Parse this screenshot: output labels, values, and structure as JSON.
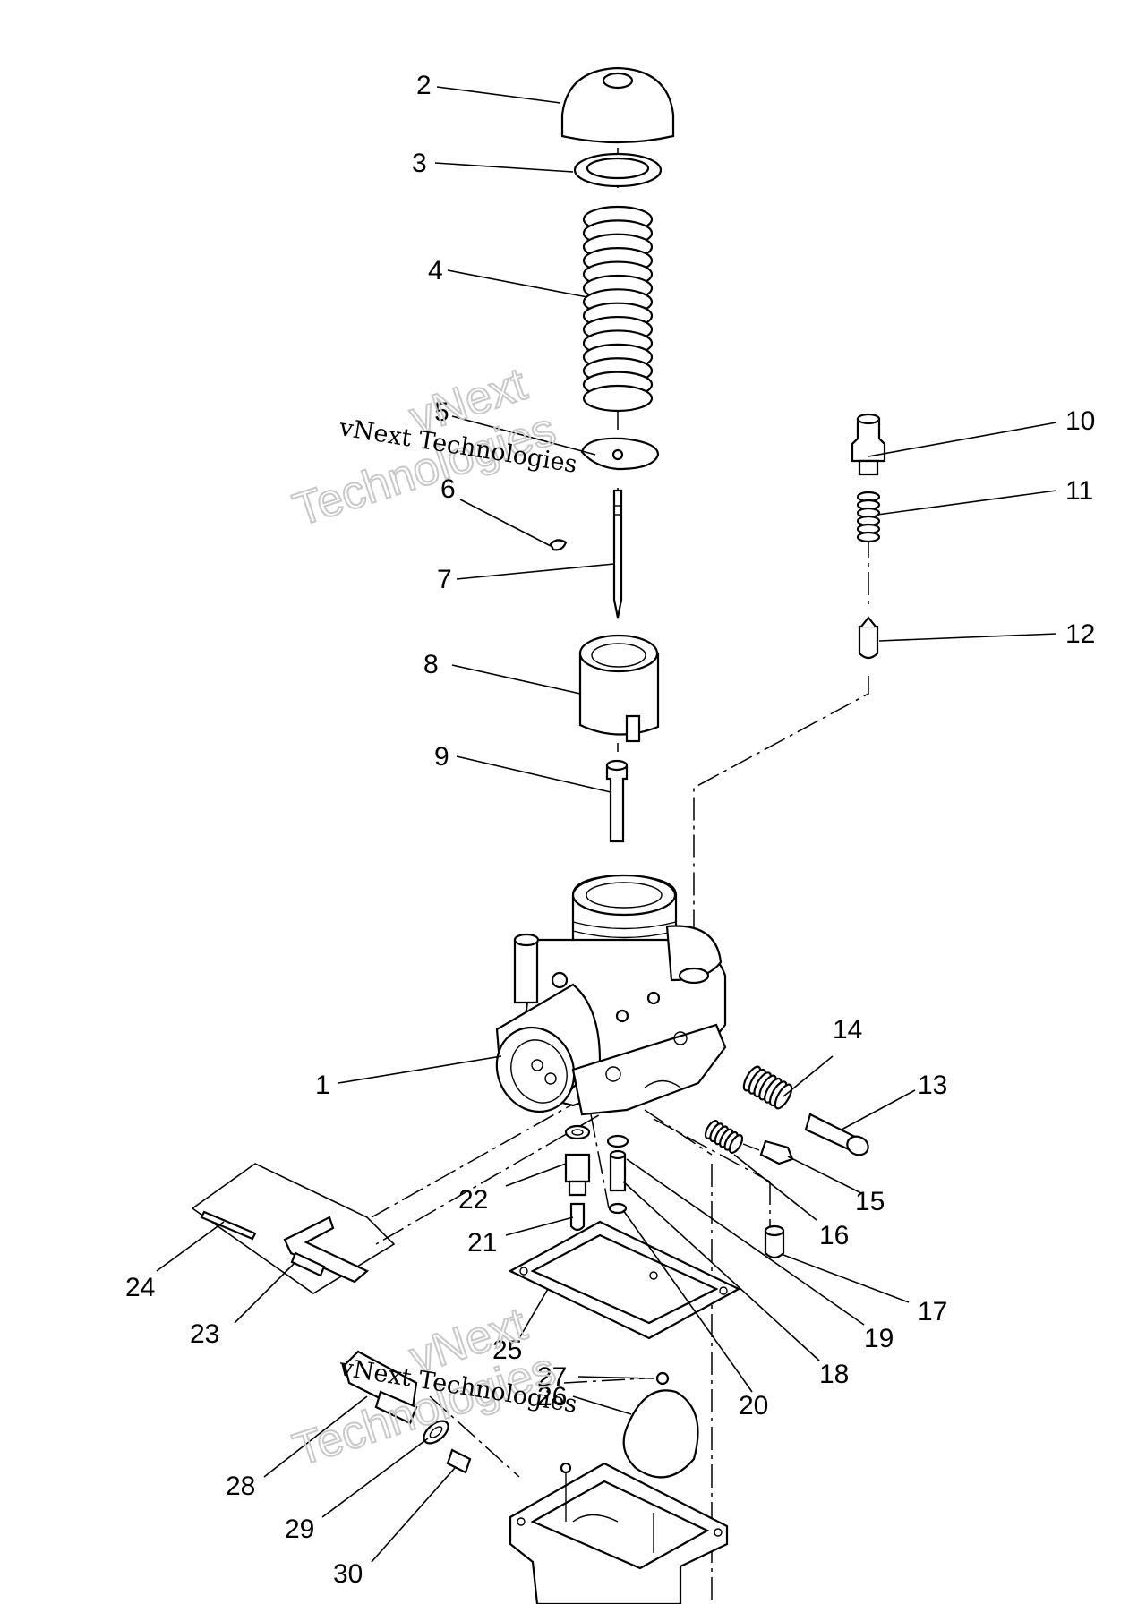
{
  "diagram": {
    "callouts": [
      "1",
      "2",
      "3",
      "4",
      "5",
      "6",
      "7",
      "8",
      "9",
      "10",
      "11",
      "12",
      "13",
      "14",
      "15",
      "16",
      "17",
      "18",
      "19",
      "20",
      "21",
      "22",
      "23",
      "24",
      "25",
      "26",
      "27",
      "28",
      "29",
      "30"
    ],
    "watermark": {
      "line1": "vNext Technologies",
      "outline_word1": "vNext",
      "outline_word2": "Technologies"
    }
  }
}
